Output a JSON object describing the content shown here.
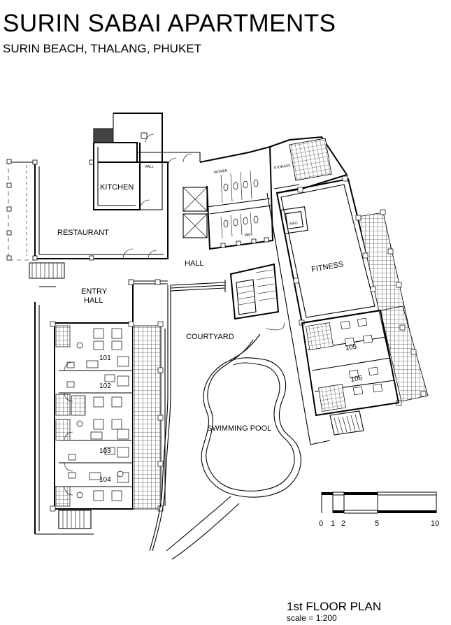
{
  "header": {
    "title": "SURIN SABAI APARTMENTS",
    "subtitle": "SURIN BEACH, THALANG, PHUKET"
  },
  "rooms": {
    "kitchen": "KITCHEN",
    "restaurant": "RESTAURANT",
    "hall_small": "HALL",
    "women": "WOMEN",
    "men": "MEN",
    "storage": "STORAGE",
    "info": "INFO",
    "fitness": "FITNESS",
    "hall": "HALL",
    "entry_hall_line1": "ENTRY",
    "entry_hall_line2": "HALL",
    "courtyard": "COURTYARD",
    "swimming_pool": "SWIMMING POOL"
  },
  "units": [
    "101",
    "102",
    "103",
    "104",
    "105",
    "106"
  ],
  "scale_bar": {
    "ticks": [
      "0",
      "1",
      "2",
      "5",
      "10"
    ]
  },
  "footer": {
    "plan_title": "1st FLOOR PLAN",
    "scale": "scale = 1:200"
  }
}
